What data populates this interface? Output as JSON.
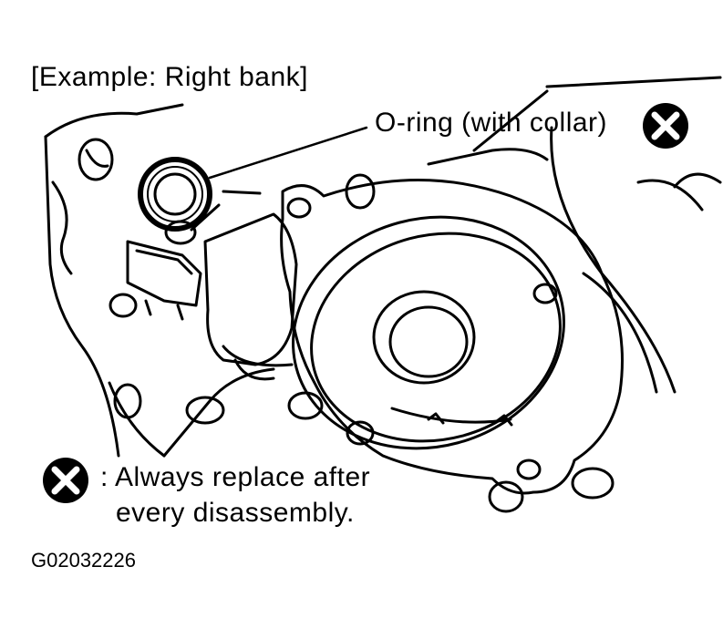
{
  "title": "[Example: Right bank]",
  "callout": {
    "label": "O-ring (with collar)",
    "icon": "replace-x-icon"
  },
  "legend": {
    "icon": "replace-x-icon",
    "line1": ": Always replace after",
    "line2": "every disassembly."
  },
  "figure_id": "G02032226"
}
